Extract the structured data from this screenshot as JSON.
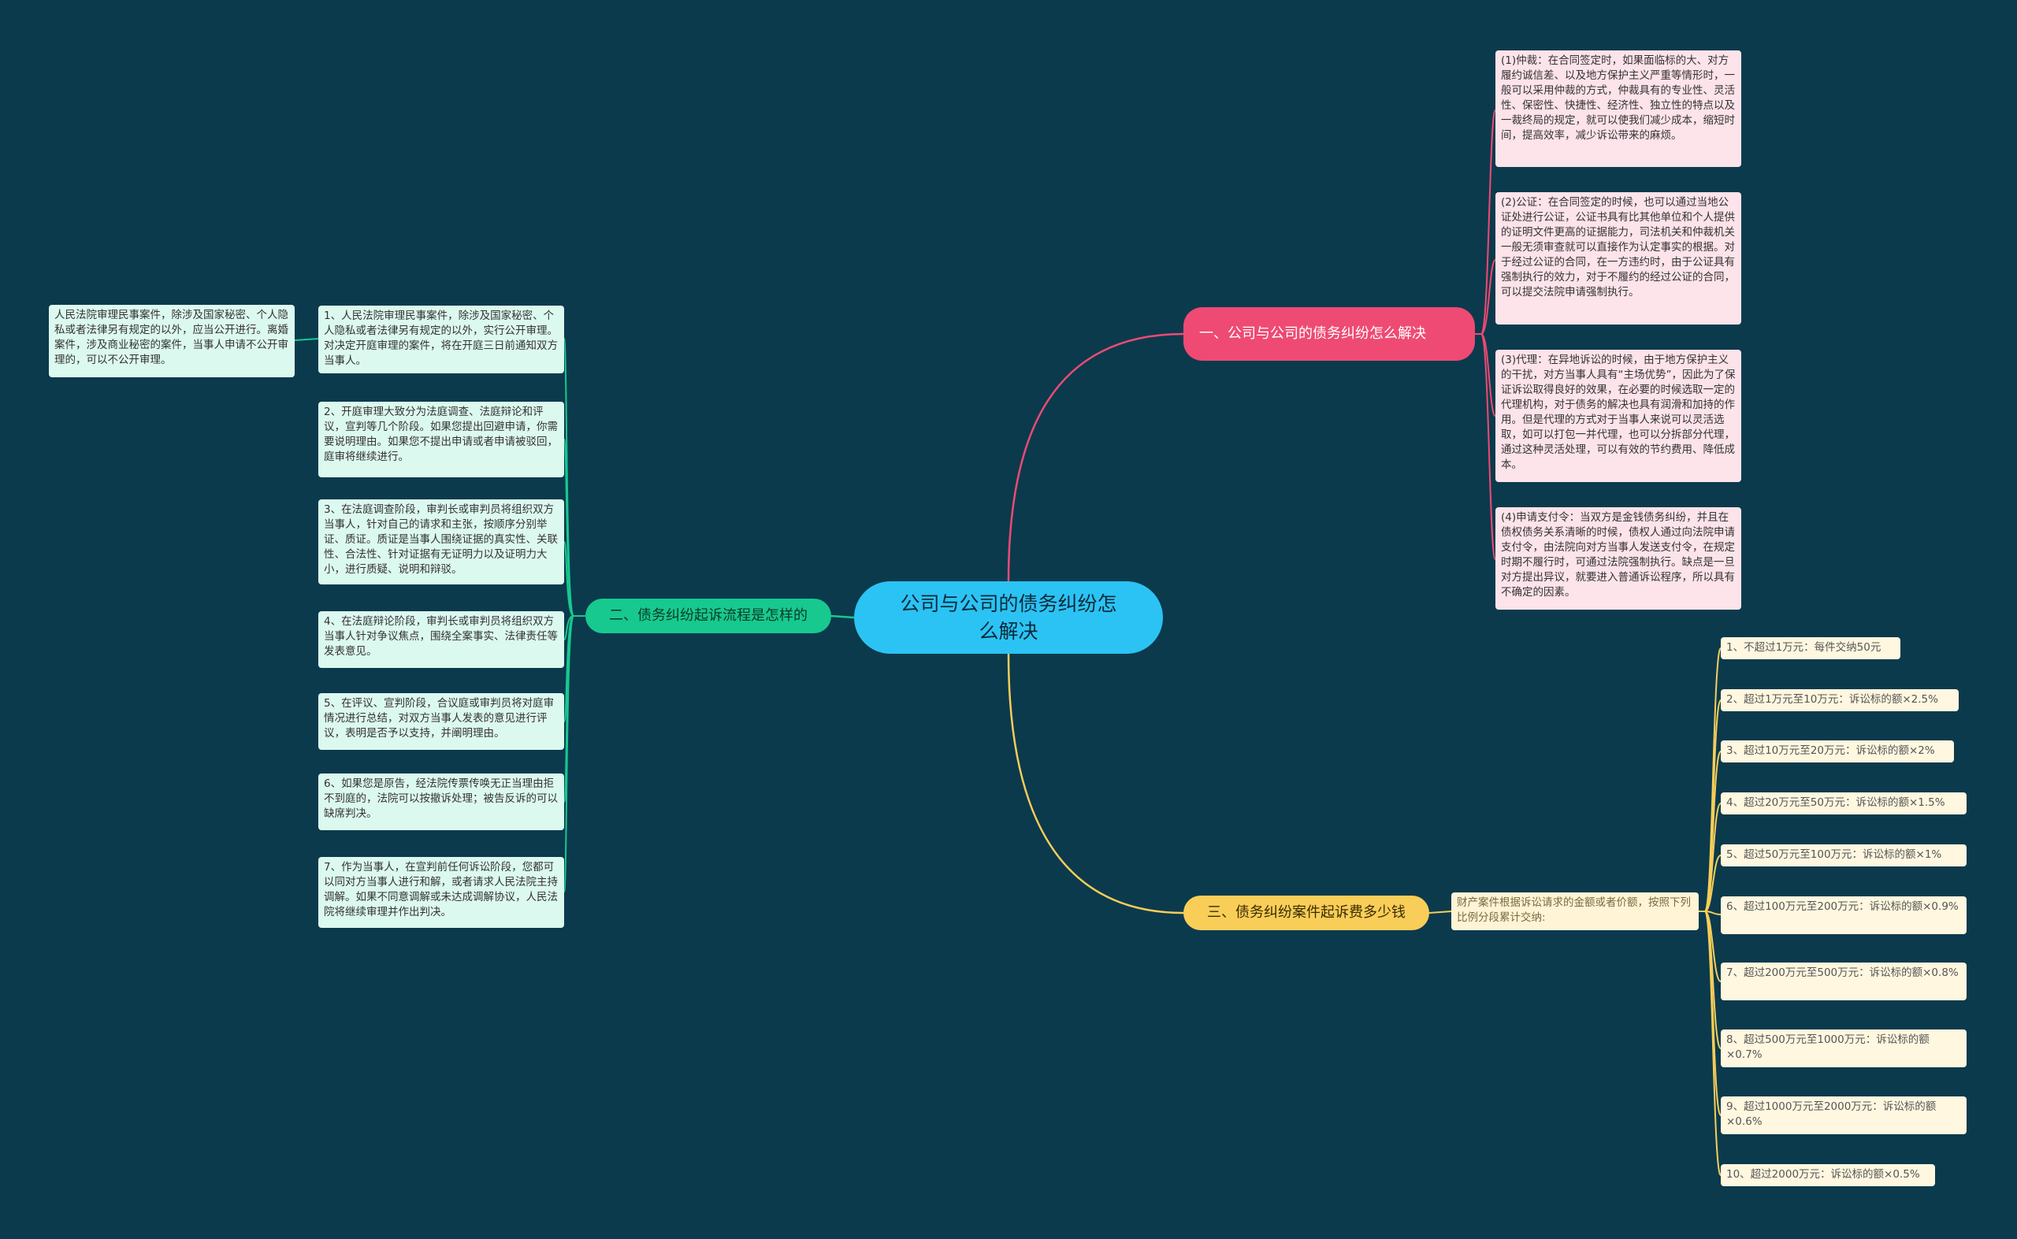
{
  "colors": {
    "background": "#0b3a4d",
    "root": "#2bc3f3",
    "branch1": "#ef4a73",
    "branch2": "#17c98e",
    "branch3": "#f8ce58",
    "leaf_pink": "#fde3ea",
    "leaf_mint": "#dcf9ef",
    "leaf_cream": "#fff7df"
  },
  "root": {
    "label": "公司与公司的债务纠纷怎么解决"
  },
  "branch1": {
    "label": "一、公司与公司的债务纠纷怎么解决",
    "items": [
      "(1)仲裁：在合同签定时，如果面临标的大、对方履约诚信差、以及地方保护主义严重等情形时，一般可以采用仲裁的方式，仲裁具有的专业性、灵活性、保密性、快捷性、经济性、独立性的特点以及一裁终局的规定，就可以使我们减少成本，缩短时间，提高效率，减少诉讼带来的麻烦。",
      "(2)公证：在合同签定的时候，也可以通过当地公证处进行公证，公证书具有比其他单位和个人提供的证明文件更高的证据能力，司法机关和仲裁机关一般无须审查就可以直接作为认定事实的根据。对于经过公证的合同，在一方违约时，由于公证具有强制执行的效力，对于不履约的经过公证的合同，可以提交法院申请强制执行。",
      "(3)代理：在异地诉讼的时候，由于地方保护主义的干扰，对方当事人具有“主场优势”，因此为了保证诉讼取得良好的效果，在必要的时候选取一定的代理机构，对于债务的解决也具有润滑和加持的作用。但是代理的方式对于当事人来说可以灵活选取，如可以打包一并代理，也可以分拆部分代理，通过这种灵活处理，可以有效的节约费用、降低成本。",
      "(4)申请支付令：当双方是金钱债务纠纷，并且在债权债务关系清晰的时候，债权人通过向法院申请支付令，由法院向对方当事人发送支付令，在规定时期不履行时，可通过法院强制执行。缺点是一旦对方提出异议，就要进入普通诉讼程序，所以具有不确定的因素。"
    ]
  },
  "branch2": {
    "label": "二、债务纠纷起诉流程是怎样的",
    "sub_note": "人民法院审理民事案件，除涉及国家秘密、个人隐私或者法律另有规定的以外，应当公开进行。离婚案件，涉及商业秘密的案件，当事人申请不公开审理的，可以不公开审理。",
    "items": [
      "1、人民法院审理民事案件，除涉及国家秘密、个人隐私或者法律另有规定的以外，实行公开审理。对决定开庭审理的案件，将在开庭三日前通知双方当事人。",
      "2、开庭审理大致分为法庭调查、法庭辩论和评议，宣判等几个阶段。如果您提出回避申请，你需要说明理由。如果您不提出申请或者申请被驳回，庭审将继续进行。",
      "3、在法庭调查阶段，审判长或审判员将组织双方当事人，针对自己的请求和主张，按顺序分别举证、质证。质证是当事人围绕证据的真实性、关联性、合法性、针对证据有无证明力以及证明力大小，进行质疑、说明和辩驳。",
      "4、在法庭辩论阶段，审判长或审判员将组织双方当事人针对争议焦点，围绕全案事实、法律责任等发表意见。",
      "5、在评议、宣判阶段，合议庭或审判员将对庭审情况进行总结，对双方当事人发表的意见进行评议，表明是否予以支持，并阐明理由。",
      "6、如果您是原告，经法院传票传唤无正当理由拒不到庭的，法院可以按撤诉处理；被告反诉的可以缺席判决。",
      "7、作为当事人，在宣判前任何诉讼阶段，您都可以同对方当事人进行和解，或者请求人民法院主持调解。如果不同意调解或未达成调解协议，人民法院将继续审理并作出判决。"
    ]
  },
  "branch3": {
    "label": "三、债务纠纷案件起诉费多少钱",
    "intro": "财产案件根据诉讼请求的金额或者价额，按照下列比例分段累计交纳:",
    "items": [
      "1、不超过1万元：每件交纳50元",
      "2、超过1万元至10万元：诉讼标的额×2.5%",
      "3、超过10万元至20万元：诉讼标的额×2%",
      "4、超过20万元至50万元：诉讼标的额×1.5%",
      "5、超过50万元至100万元：诉讼标的额×1%",
      "6、超过100万元至200万元：诉讼标的额×0.9%",
      "7、超过200万元至500万元：诉讼标的额×0.8%",
      "8、超过500万元至1000万元：诉讼标的额×0.7%",
      "9、超过1000万元至2000万元：诉讼标的额×0.6%",
      "10、超过2000万元：诉讼标的额×0.5%"
    ]
  }
}
